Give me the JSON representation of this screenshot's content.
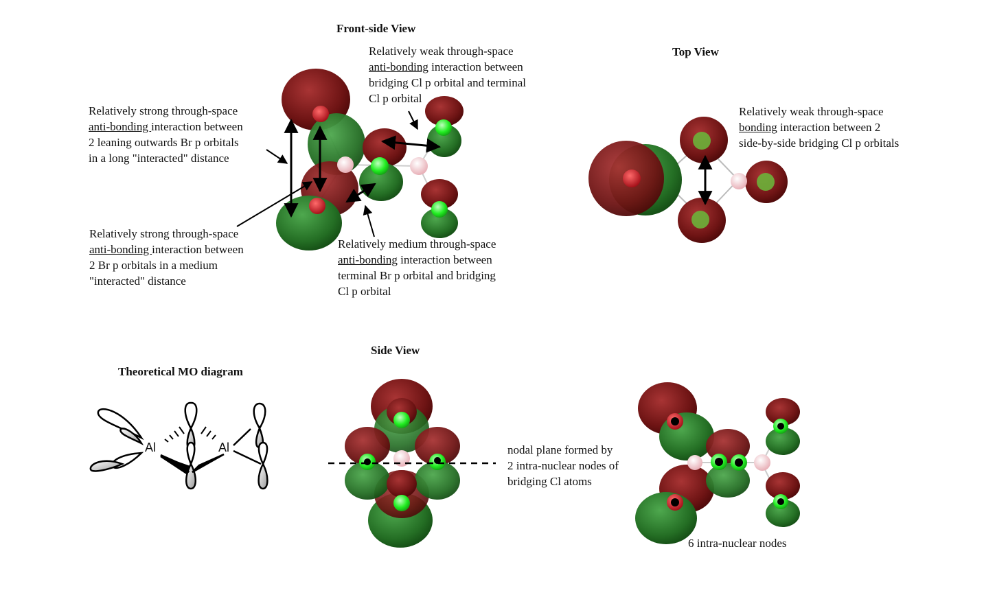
{
  "headings": {
    "front": "Front-side View",
    "top": "Top View",
    "side": "Side View",
    "theory": "Theoretical MO diagram"
  },
  "annotations": {
    "weak_antibonding": {
      "line1": "Relatively weak through-space",
      "underlined": "anti-bonding",
      "line2_rest": " interaction between",
      "line3": "bridging Cl p orbital and terminal",
      "line4": "Cl p orbital"
    },
    "strong_long": {
      "line1": "Relatively strong through-space",
      "underlined": "anti-bonding ",
      "line2_rest": "interaction between",
      "line3": "2 leaning outwards Br p orbitals",
      "line4": "in a long \"interacted\" distance"
    },
    "strong_medium": {
      "line1": "Relatively strong through-space",
      "underlined": "anti-bonding ",
      "line2_rest": "interaction between",
      "line3": "2 Br p orbitals in a medium",
      "line4": "\"interacted\" distance"
    },
    "medium": {
      "line1": "Relatively medium through-space",
      "underlined": "anti-bonding",
      "line2_rest": " interaction between",
      "line3": "terminal Br p orbital and bridging",
      "line4": "Cl p orbital"
    },
    "weak_bonding": {
      "line1": "Relatively weak through-space",
      "underlined": "bonding",
      "line2_rest": " interaction between 2",
      "line3": "side-by-side bridging Cl p orbitals"
    },
    "nodal_plane": {
      "line1": "nodal plane formed by",
      "line2": "2 intra-nuclear nodes of",
      "line3": "bridging Cl atoms"
    },
    "six_nodes": "6 intra-nuclear nodes"
  },
  "atom_labels": {
    "al_left": "Al",
    "al_right": "Al"
  },
  "colors": {
    "lobe_red": "#7a1a1a",
    "lobe_green": "#2a7a2a",
    "atom_green": "#22ee22",
    "atom_pink": "#f0c4c8",
    "atom_red": "#c8141e",
    "node_dot": "#000000"
  }
}
